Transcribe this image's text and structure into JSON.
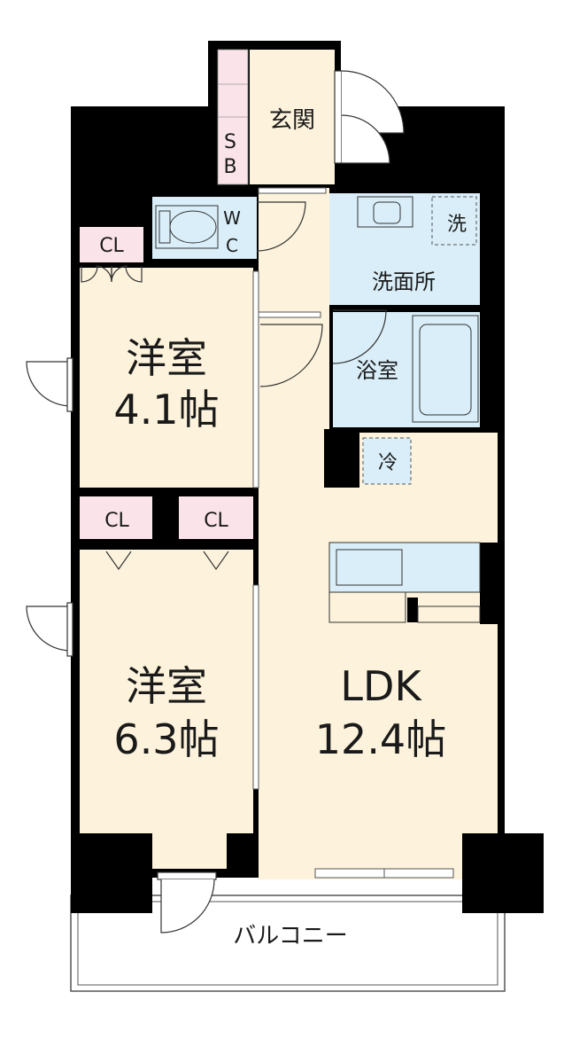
{
  "colors": {
    "wall": "#000000",
    "floor": "#fdf3dc",
    "wet_area": "#d9eef8",
    "closet": "#fbe3ea",
    "outline": "#555555"
  },
  "rooms": {
    "entrance": {
      "label": "玄関"
    },
    "shoe_box": {
      "label_line1": "S",
      "label_line2": "B"
    },
    "toilet": {
      "label_line1": "W",
      "label_line2": "C"
    },
    "washroom": {
      "label": "洗面所"
    },
    "washer": {
      "label": "洗"
    },
    "bathroom": {
      "label": "浴室"
    },
    "fridge": {
      "label": "冷"
    },
    "closet_top": {
      "label": "CL"
    },
    "closet_mid_left": {
      "label": "CL"
    },
    "closet_mid_right": {
      "label": "CL"
    },
    "bedroom_small": {
      "name": "洋室",
      "size": "4.1帖"
    },
    "bedroom_large": {
      "name": "洋室",
      "size": "6.3帖"
    },
    "ldk": {
      "name": "LDK",
      "size": "12.4帖"
    },
    "balcony": {
      "label": "バルコニー"
    }
  }
}
